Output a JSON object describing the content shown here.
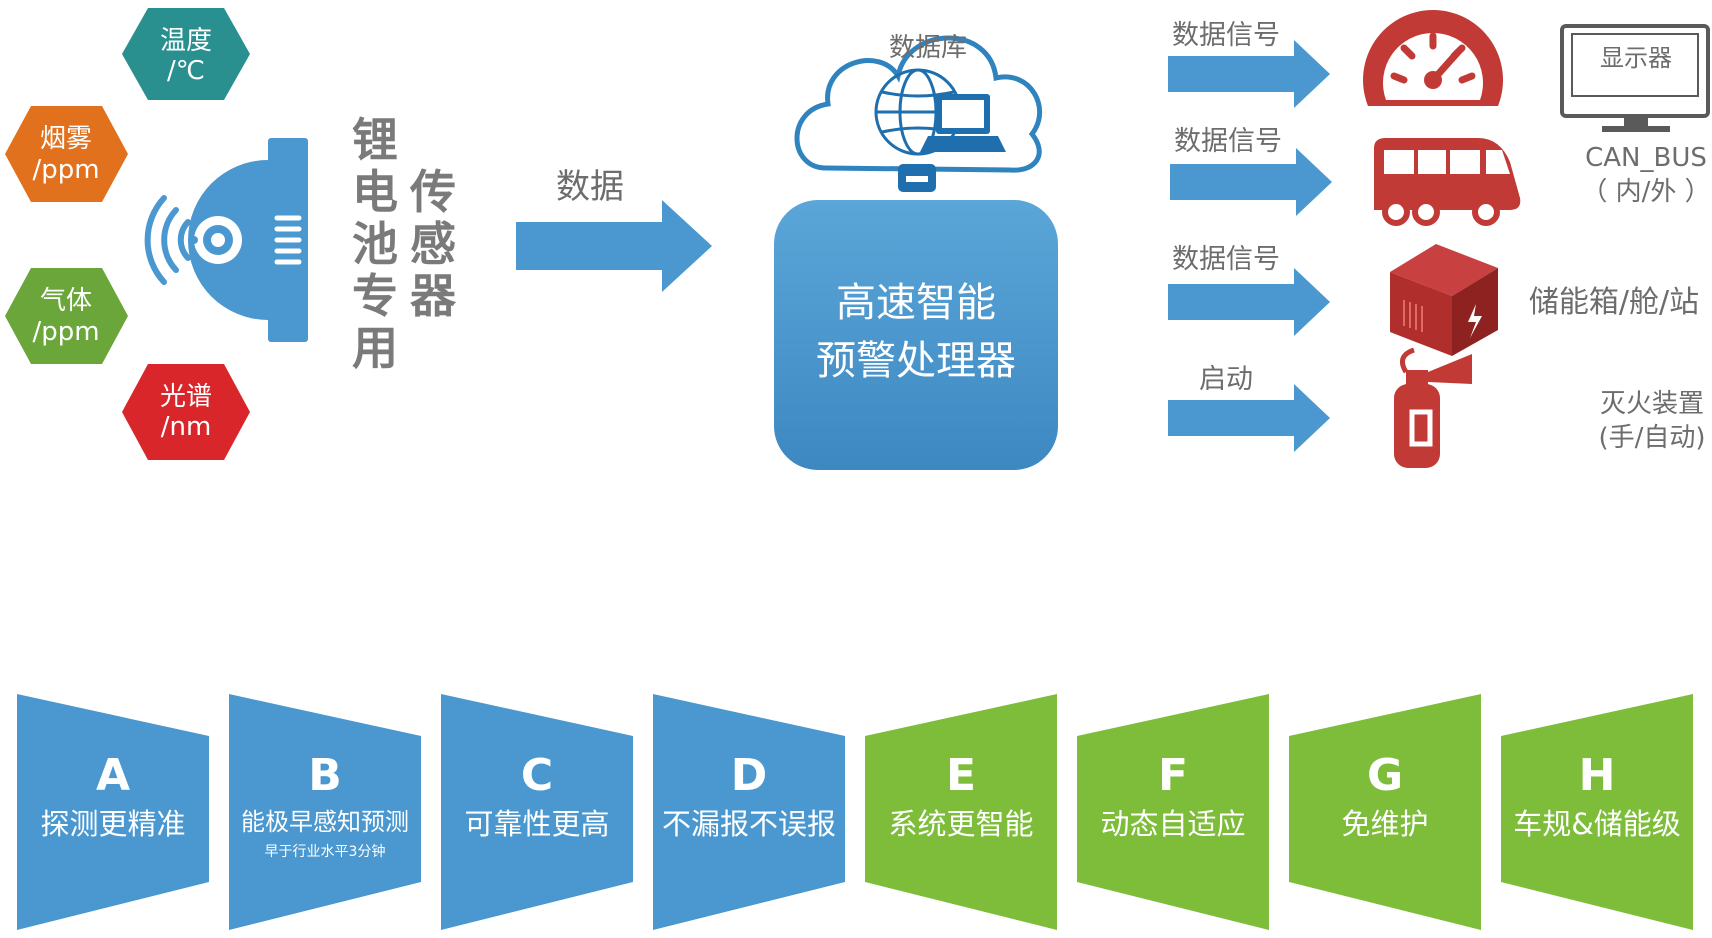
{
  "sensors": [
    {
      "line1": "温度",
      "line2": "/℃",
      "color": "#2a8f8f"
    },
    {
      "line1": "烟雾",
      "line2": "/ppm",
      "color": "#e2711d"
    },
    {
      "line1": "气体",
      "line2": "/ppm",
      "color": "#6aa63a"
    },
    {
      "line1": "光谱",
      "line2": "/nm",
      "color": "#d8262b"
    }
  ],
  "sensor_title": {
    "col1": [
      "锂",
      "电",
      "池",
      "专",
      "用"
    ],
    "col2": [
      "传",
      "感",
      "器"
    ]
  },
  "data_arrow_label": "数据",
  "cloud_label": "数据库",
  "processor": {
    "line1": "高速智能",
    "line2": "预警处理器"
  },
  "outputs": [
    {
      "signal": "数据信号",
      "icon": "gauge-icon",
      "label_line1": "显示器",
      "label_line2": ""
    },
    {
      "signal": "数据信号",
      "icon": "bus-icon",
      "label_line1": "CAN_BUS",
      "label_line2": "（ 内/外 ）"
    },
    {
      "signal": "数据信号",
      "icon": "battery-box-icon",
      "label_line1": "储能箱/舱/站",
      "label_line2": ""
    },
    {
      "signal": "启动",
      "icon": "fire-extinguisher-icon",
      "label_line1": "灭火装置",
      "label_line2": "(手/自动)"
    }
  ],
  "features": [
    {
      "letter": "A",
      "text": "探测更精准",
      "sub": "",
      "color": "#4a98cf"
    },
    {
      "letter": "B",
      "text": "能极早感知预测",
      "sub": "早于行业水平3分钟",
      "color": "#4a98cf"
    },
    {
      "letter": "C",
      "text": "可靠性更高",
      "sub": "",
      "color": "#4a98cf"
    },
    {
      "letter": "D",
      "text": "不漏报不误报",
      "sub": "",
      "color": "#4a98cf"
    },
    {
      "letter": "E",
      "text": "系统更智能",
      "sub": "",
      "color": "#7dbd3a"
    },
    {
      "letter": "F",
      "text": "动态自适应",
      "sub": "",
      "color": "#7dbd3a"
    },
    {
      "letter": "G",
      "text": "免维护",
      "sub": "",
      "color": "#7dbd3a"
    },
    {
      "letter": "H",
      "text": "车规&储能级",
      "sub": "",
      "color": "#7dbd3a"
    }
  ],
  "colors": {
    "blue": "#4a98cf",
    "green": "#7dbd3a",
    "red": "#c23a35",
    "gray": "#6d6d6d"
  }
}
